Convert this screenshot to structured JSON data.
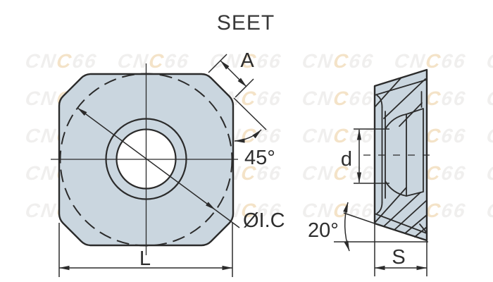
{
  "title": "SEET",
  "watermark": {
    "part1": "CN",
    "part2": "C",
    "part3": "66"
  },
  "front_view": {
    "chamfer_label": "A",
    "chamfer_angle_label": "45°",
    "inscribed_circle_label": "ØI.C",
    "length_label": "L"
  },
  "side_view": {
    "hole_diameter_label": "d",
    "clearance_angle_label": "20°",
    "thickness_label": "S"
  },
  "colors": {
    "insert_fill": "#cad6df",
    "line": "#2b2b2b",
    "label": "#2e2e2e",
    "watermark_gray": "#f0efee",
    "watermark_accent": "#f4e3c8"
  }
}
